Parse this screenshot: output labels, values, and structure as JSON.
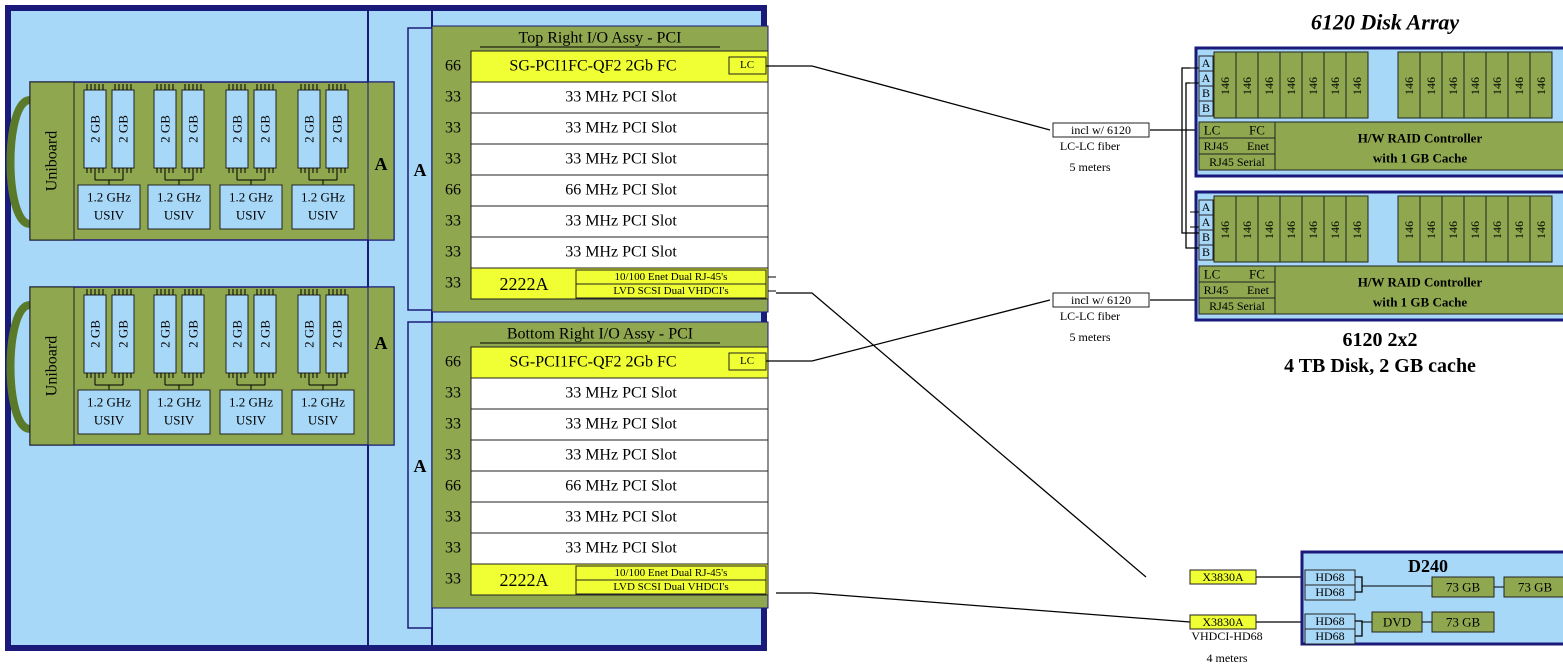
{
  "server": {
    "uniboard_label": "Uniboard",
    "a_label": "A",
    "uniboards": [
      {
        "dimms": [
          "2 GB",
          "2 GB",
          "2 GB",
          "2 GB",
          "2 GB",
          "2 GB",
          "2 GB",
          "2 GB"
        ],
        "cpus": [
          {
            "speed": "1.2 GHz",
            "type": "USIV"
          },
          {
            "speed": "1.2 GHz",
            "type": "USIV"
          },
          {
            "speed": "1.2 GHz",
            "type": "USIV"
          },
          {
            "speed": "1.2 GHz",
            "type": "USIV"
          }
        ]
      },
      {
        "dimms": [
          "2 GB",
          "2 GB",
          "2 GB",
          "2 GB",
          "2 GB",
          "2 GB",
          "2 GB",
          "2 GB"
        ],
        "cpus": [
          {
            "speed": "1.2 GHz",
            "type": "USIV"
          },
          {
            "speed": "1.2 GHz",
            "type": "USIV"
          },
          {
            "speed": "1.2 GHz",
            "type": "USIV"
          },
          {
            "speed": "1.2 GHz",
            "type": "USIV"
          }
        ]
      }
    ]
  },
  "io_assemblies": [
    {
      "title": "Top Right I/O Assy - PCI",
      "slots": [
        {
          "speed": "66",
          "label": "SG-PCI1FC-QF2  2Gb FC",
          "kind": "fc",
          "port": "LC"
        },
        {
          "speed": "33",
          "label": "33 MHz PCI Slot",
          "kind": "empty"
        },
        {
          "speed": "33",
          "label": "33 MHz PCI Slot",
          "kind": "empty"
        },
        {
          "speed": "33",
          "label": "33 MHz PCI Slot",
          "kind": "empty"
        },
        {
          "speed": "66",
          "label": "66 MHz PCI Slot",
          "kind": "empty"
        },
        {
          "speed": "33",
          "label": "33 MHz PCI Slot",
          "kind": "empty"
        },
        {
          "speed": "33",
          "label": "33 MHz PCI Slot",
          "kind": "empty"
        },
        {
          "speed": "33",
          "label": "2222A",
          "kind": "scsi",
          "line1": "10/100 Enet   Dual RJ-45's",
          "line2": "LVD SCSI   Dual VHDCI's"
        }
      ]
    },
    {
      "title": "Bottom Right I/O Assy - PCI",
      "slots": [
        {
          "speed": "66",
          "label": "SG-PCI1FC-QF2  2Gb FC",
          "kind": "fc",
          "port": "LC"
        },
        {
          "speed": "33",
          "label": "33 MHz PCI Slot",
          "kind": "empty"
        },
        {
          "speed": "33",
          "label": "33 MHz PCI Slot",
          "kind": "empty"
        },
        {
          "speed": "33",
          "label": "33 MHz PCI Slot",
          "kind": "empty"
        },
        {
          "speed": "66",
          "label": "66 MHz PCI Slot",
          "kind": "empty"
        },
        {
          "speed": "33",
          "label": "33 MHz PCI Slot",
          "kind": "empty"
        },
        {
          "speed": "33",
          "label": "33 MHz PCI Slot",
          "kind": "empty"
        },
        {
          "speed": "33",
          "label": "2222A",
          "kind": "scsi",
          "line1": "10/100 Enet   Dual RJ-45's",
          "line2": "LVD SCSI   Dual VHDCI's"
        }
      ]
    }
  ],
  "cables": [
    {
      "tag": "incl w/ 6120",
      "desc1": "LC-LC fiber",
      "desc2": "5 meters"
    },
    {
      "tag": "incl w/ 6120",
      "desc1": "LC-LC fiber",
      "desc2": "5 meters"
    },
    {
      "tag": "X3830A",
      "desc1": "",
      "desc2": ""
    },
    {
      "tag": "X3830A",
      "desc1": "VHDCI-HD68",
      "desc2": "4 meters"
    }
  ],
  "array": {
    "title": "6120 Disk Array",
    "caption1": "6120 2x2",
    "caption2": "4 TB Disk, 2 GB cache",
    "units": [
      {
        "ports": [
          "A",
          "A",
          "B",
          "B"
        ],
        "disks": [
          "146",
          "146",
          "146",
          "146",
          "146",
          "146",
          "146",
          "146",
          "146",
          "146",
          "146",
          "146",
          "146",
          "146"
        ],
        "lc": "LC",
        "fc": "FC",
        "rj45": "RJ45",
        "enet": "Enet",
        "serial": "RJ45 Serial",
        "ctrl1": "H/W  RAID Controller",
        "ctrl2": "with 1 GB Cache"
      },
      {
        "ports": [
          "A",
          "A",
          "B",
          "B"
        ],
        "disks": [
          "146",
          "146",
          "146",
          "146",
          "146",
          "146",
          "146",
          "146",
          "146",
          "146",
          "146",
          "146",
          "146",
          "146"
        ],
        "lc": "LC",
        "fc": "FC",
        "rj45": "RJ45",
        "enet": "Enet",
        "serial": "RJ45 Serial",
        "ctrl1": "H/W  RAID Controller",
        "ctrl2": "with 1 GB Cache"
      }
    ]
  },
  "d240": {
    "title": "D240",
    "ports": [
      "HD68",
      "HD68",
      "HD68",
      "HD68"
    ],
    "row1": [
      "73 GB",
      "73 GB"
    ],
    "row2": [
      "DVD",
      "73 GB"
    ]
  },
  "colors": {
    "chassis": "#a8d8f8",
    "chassis_border": "#1a1a7a",
    "board": "#8fa84f",
    "yellow": "#f0ff33",
    "slot_white": "#ffffff"
  }
}
